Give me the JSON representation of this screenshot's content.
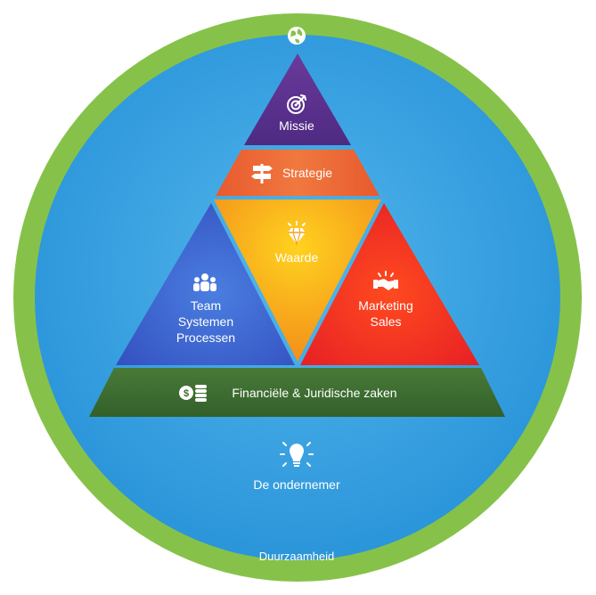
{
  "outer_ring": {
    "label": "Duurzaamheid",
    "icon": "globe-icon",
    "color": "#86c24a"
  },
  "inner_circle": {
    "label": "De ondernemer",
    "icon": "lightbulb-icon",
    "color": "#3aa3df"
  },
  "pyramid": {
    "missie": {
      "label": "Missie",
      "icon": "target-icon",
      "color": "#5a2d8c"
    },
    "strategie": {
      "label": "Strategie",
      "icon": "signpost-icon",
      "color": "#ec6b36"
    },
    "waarde": {
      "label": "Waarde",
      "icon": "diamond-icon",
      "color": "#f7a21b"
    },
    "team": {
      "lines": [
        "Team",
        "Systemen",
        "Processen"
      ],
      "icon": "people-icon",
      "color": "#3a64c9"
    },
    "marketing": {
      "lines": [
        "Marketing",
        "Sales"
      ],
      "icon": "handshake-icon",
      "color": "#ee3124"
    },
    "financien": {
      "label": "Financiële & Juridische zaken",
      "icon": "coins-icon",
      "color": "#3c6a30"
    }
  }
}
